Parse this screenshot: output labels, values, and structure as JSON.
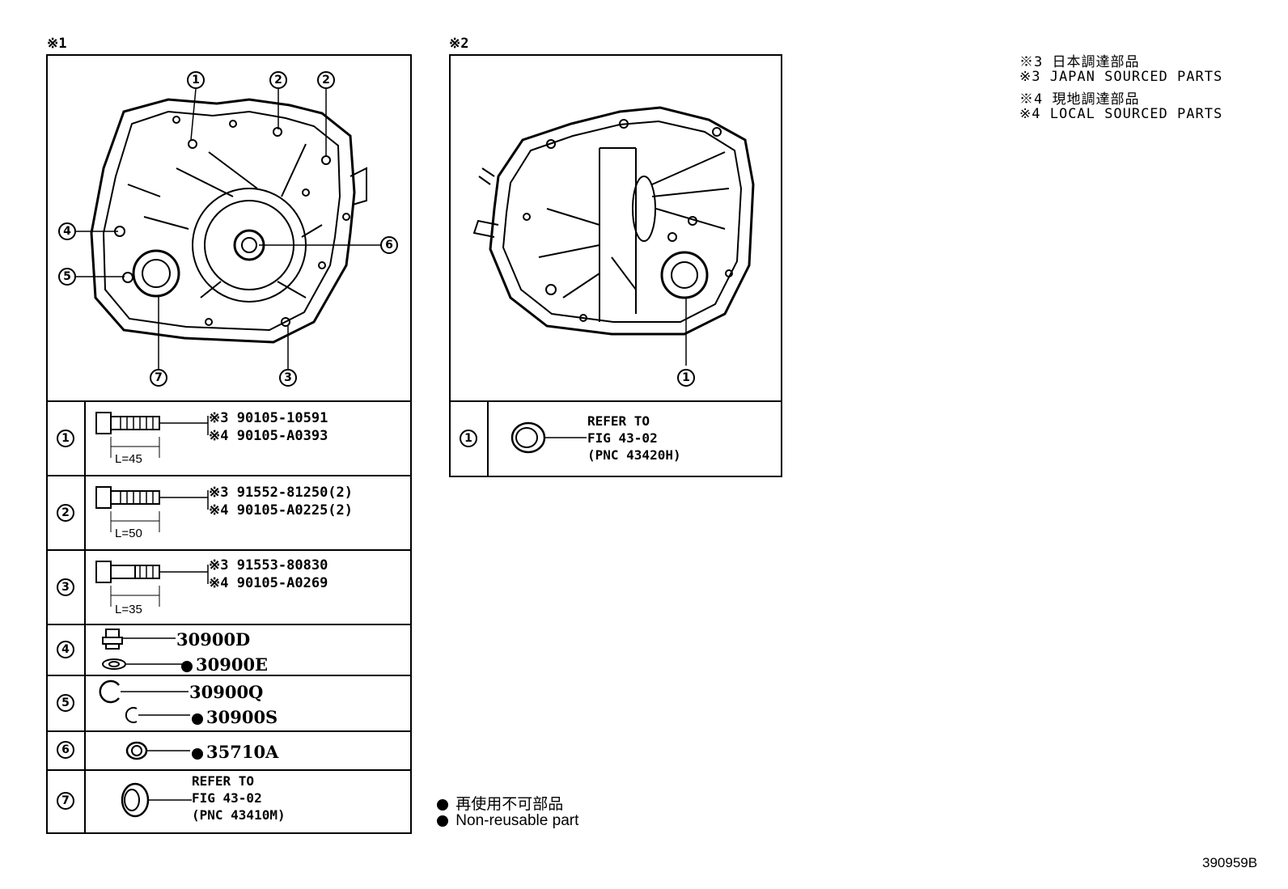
{
  "panel1": {
    "marker": "※1",
    "callouts": [
      "1",
      "2",
      "2",
      "4",
      "5",
      "6",
      "7",
      "3"
    ],
    "rows": [
      {
        "index": "1",
        "lines": [
          "※3 90105-10591",
          "※4 90105-A0393"
        ],
        "length": "L=45"
      },
      {
        "index": "2",
        "lines": [
          "※3 91552-81250(2)",
          "※4 90105-A0225(2)"
        ],
        "length": "L=50"
      },
      {
        "index": "3",
        "lines": [
          "※3 91553-80830",
          "※4 90105-A0269"
        ],
        "length": "L=35"
      },
      {
        "index": "4",
        "parts": [
          "30900D",
          "30900E"
        ]
      },
      {
        "index": "5",
        "parts": [
          "30900Q",
          "30900S"
        ]
      },
      {
        "index": "6",
        "parts": [
          "35710A"
        ]
      },
      {
        "index": "7",
        "refer": [
          "REFER TO",
          "FIG 43-02",
          "(PNC 43410M)"
        ]
      }
    ]
  },
  "panel2": {
    "marker": "※2",
    "callout": "1",
    "row": {
      "index": "1",
      "refer": [
        "REFER TO",
        "FIG 43-02",
        "(PNC 43420H)"
      ]
    }
  },
  "legend_right": [
    "※3 日本調達部品",
    "※3 JAPAN SOURCED PARTS",
    "※4 現地調達部品",
    "※4 LOCAL SOURCED PARTS"
  ],
  "legend_bottom": {
    "jp": "再使用不可部品",
    "en": "Non-reusable part"
  },
  "figure_id": "390959B"
}
